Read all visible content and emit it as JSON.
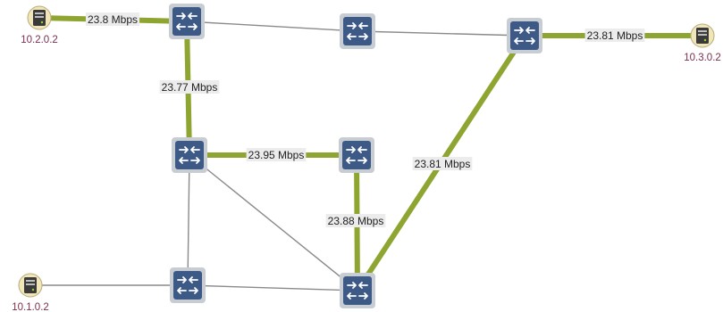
{
  "colors": {
    "active_link": "#8fa532",
    "idle_link": "#8a8a8a",
    "switch_fill": "#3d5a87",
    "switch_frame": "#c8ccd3",
    "host_fill": "#f1e6b8",
    "host_label": "#7a2f4f"
  },
  "switch_icon": "switch-arrows-icon",
  "host_icon": "server-icon",
  "hosts": [
    {
      "id": "h1",
      "label": "10.2.0.2"
    },
    {
      "id": "h2",
      "label": "10.3.0.2"
    },
    {
      "id": "h3",
      "label": "10.1.0.2"
    }
  ],
  "switches": [
    {
      "id": "s1"
    },
    {
      "id": "s2"
    },
    {
      "id": "s3"
    },
    {
      "id": "s4"
    },
    {
      "id": "s5"
    },
    {
      "id": "s6"
    },
    {
      "id": "s7"
    }
  ],
  "links": [
    {
      "from": "h1",
      "to": "s1",
      "active": true,
      "label": "23.8 Mbps"
    },
    {
      "from": "s1",
      "to": "s2",
      "active": false,
      "label": ""
    },
    {
      "from": "s2",
      "to": "s3",
      "active": false,
      "label": ""
    },
    {
      "from": "s3",
      "to": "h2",
      "active": true,
      "label": "23.81 Mbps"
    },
    {
      "from": "s1",
      "to": "s4",
      "active": true,
      "label": "23.77 Mbps"
    },
    {
      "from": "s4",
      "to": "s5",
      "active": true,
      "label": "23.95 Mbps"
    },
    {
      "from": "s5",
      "to": "s7",
      "active": true,
      "label": "23.88 Mbps"
    },
    {
      "from": "s3",
      "to": "s7",
      "active": true,
      "label": "23.81 Mbps"
    },
    {
      "from": "s4",
      "to": "s6",
      "active": false,
      "label": ""
    },
    {
      "from": "s4",
      "to": "s7",
      "active": false,
      "label": ""
    },
    {
      "from": "h3",
      "to": "s6",
      "active": false,
      "label": ""
    },
    {
      "from": "s6",
      "to": "s7",
      "active": false,
      "label": ""
    }
  ]
}
